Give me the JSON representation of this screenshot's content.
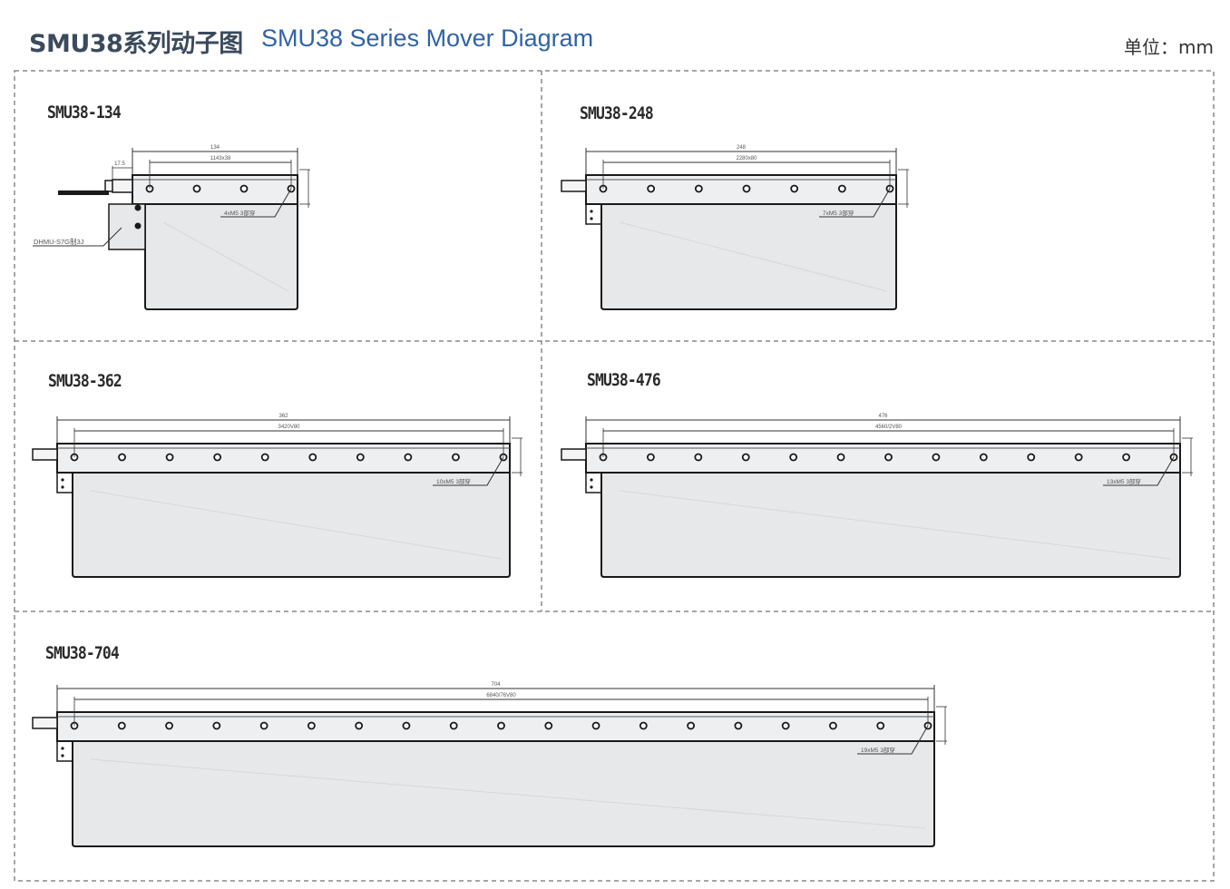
{
  "header": {
    "title_cn": "SMU38系列动子图",
    "title_en": "SMU38 Series Mover Diagram",
    "unit": "单位：mm"
  },
  "colors": {
    "title_en": "#2f63a8",
    "title_cn": "#3b4a5c",
    "mover_fill": "#e7e8ea",
    "stroke": "#1a1a1a",
    "frame": "#8a8a8a"
  },
  "panels": [
    {
      "id": "SMU38-134",
      "label": "SMU38-134",
      "holes": 4,
      "dim_total": "134",
      "dim_pitch": "1143x38",
      "dim_offset": "17.5",
      "note": "4xM5 3部穿",
      "connector_label": "DHMU-S7G制3J",
      "connector": true
    },
    {
      "id": "SMU38-248",
      "label": "SMU38-248",
      "holes": 7,
      "dim_total": "248",
      "dim_pitch": "2280x80",
      "note": "7xM5 3部穿",
      "connector": false
    },
    {
      "id": "SMU38-362",
      "label": "SMU38-362",
      "holes": 10,
      "dim_total": "362",
      "dim_pitch": "3420V80",
      "note": "10xM5 3部穿",
      "connector": false
    },
    {
      "id": "SMU38-476",
      "label": "SMU38-476",
      "holes": 13,
      "dim_total": "476",
      "dim_pitch": "4560/2V80",
      "note": "13xM5 3部穿",
      "connector": false
    },
    {
      "id": "SMU38-704",
      "label": "SMU38-704",
      "holes": 19,
      "dim_total": "704",
      "dim_pitch": "6840/76V80",
      "note": "19xM5 3部穿",
      "connector": false
    }
  ]
}
